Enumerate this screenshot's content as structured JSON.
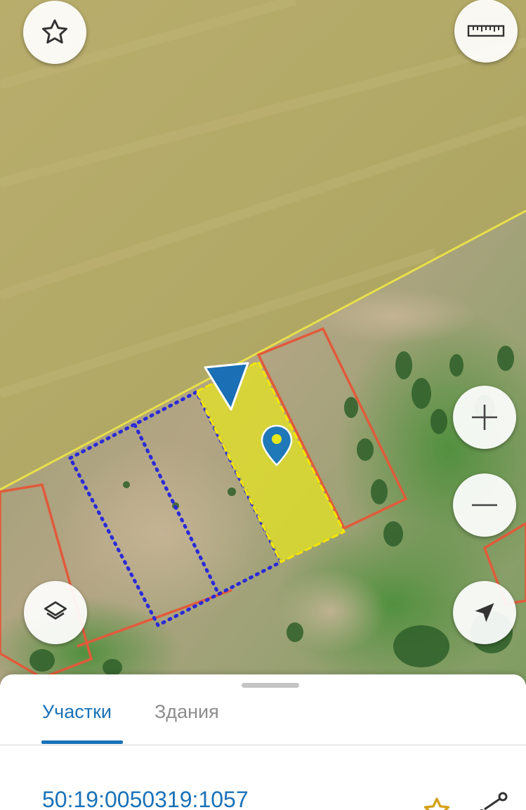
{
  "map": {
    "map_type": "satellite",
    "selected_parcel_fill": "#e6e61e",
    "selected_parcel_outline": "#f5e600",
    "neighbor_parcel_outline": "#e25a3a",
    "dotted_parcel_outline": "#2a2ad8",
    "field_boundary_color": "#e8df4a",
    "pin_color": "#1f78b8"
  },
  "controls": {
    "favorite_icon": "star-outline-icon",
    "ruler_icon": "ruler-icon",
    "zoom_in_icon": "plus-icon",
    "zoom_out_icon": "minus-icon",
    "layers_icon": "layers-icon",
    "locate_icon": "navigation-arrow-icon",
    "button_background": "#ffffff"
  },
  "sheet": {
    "tabs": [
      {
        "label": "Участки",
        "active": true
      },
      {
        "label": "Здания",
        "active": false
      }
    ],
    "accent_color": "#1a72b8",
    "results": [
      {
        "cadastral_number": "50:19:0050319:1057",
        "favorite_icon": "star-icon",
        "route_icon": "route-icon"
      }
    ]
  }
}
